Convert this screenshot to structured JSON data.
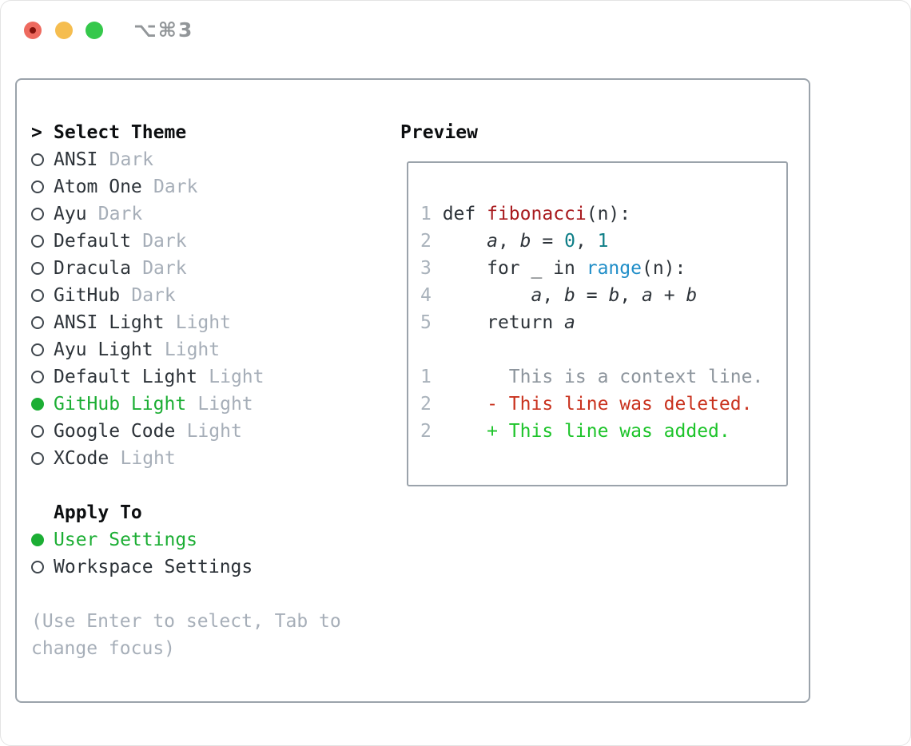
{
  "window": {
    "title": "⌥⌘3",
    "traffic_lights": {
      "close": "close",
      "minimize": "minimize",
      "zoom": "zoom"
    }
  },
  "theme_panel": {
    "header": {
      "marker": ">",
      "label": "Select Theme"
    },
    "items": [
      {
        "name": "ANSI",
        "variant": "Dark",
        "selected": false
      },
      {
        "name": "Atom One",
        "variant": "Dark",
        "selected": false
      },
      {
        "name": "Ayu",
        "variant": "Dark",
        "selected": false
      },
      {
        "name": "Default",
        "variant": "Dark",
        "selected": false
      },
      {
        "name": "Dracula",
        "variant": "Dark",
        "selected": false
      },
      {
        "name": "GitHub",
        "variant": "Dark",
        "selected": false
      },
      {
        "name": "ANSI Light",
        "variant": "Light",
        "selected": false
      },
      {
        "name": "Ayu Light",
        "variant": "Light",
        "selected": false
      },
      {
        "name": "Default Light",
        "variant": "Light",
        "selected": false
      },
      {
        "name": "GitHub Light",
        "variant": "Light",
        "selected": true
      },
      {
        "name": "Google Code",
        "variant": "Light",
        "selected": false
      },
      {
        "name": "XCode",
        "variant": "Light",
        "selected": false
      }
    ]
  },
  "apply_panel": {
    "header": "Apply To",
    "items": [
      {
        "name": "User Settings",
        "variant": "",
        "selected": true
      },
      {
        "name": "Workspace Settings",
        "variant": "",
        "selected": false
      }
    ]
  },
  "hint": {
    "line1": "(Use Enter to select, Tab to",
    "line2": "change focus)"
  },
  "preview": {
    "header": "Preview",
    "lines": [
      {
        "segments": [
          {
            "text": "1",
            "cls": "ln"
          },
          {
            "text": " def ",
            "cls": ""
          },
          {
            "text": "fibonacci",
            "cls": "fn"
          },
          {
            "text": "(n):",
            "cls": ""
          }
        ]
      },
      {
        "segments": [
          {
            "text": "2",
            "cls": "ln"
          },
          {
            "text": "     ",
            "cls": ""
          },
          {
            "text": "a",
            "cls": "var"
          },
          {
            "text": ", ",
            "cls": ""
          },
          {
            "text": "b",
            "cls": "var"
          },
          {
            "text": " = ",
            "cls": ""
          },
          {
            "text": "0",
            "cls": "num"
          },
          {
            "text": ", ",
            "cls": ""
          },
          {
            "text": "1",
            "cls": "num"
          }
        ]
      },
      {
        "segments": [
          {
            "text": "3",
            "cls": "ln"
          },
          {
            "text": "     for _ in ",
            "cls": ""
          },
          {
            "text": "range",
            "cls": "call"
          },
          {
            "text": "(n):",
            "cls": ""
          }
        ]
      },
      {
        "segments": [
          {
            "text": "4",
            "cls": "ln"
          },
          {
            "text": "         ",
            "cls": ""
          },
          {
            "text": "a",
            "cls": "var"
          },
          {
            "text": ", ",
            "cls": ""
          },
          {
            "text": "b",
            "cls": "var"
          },
          {
            "text": " = ",
            "cls": ""
          },
          {
            "text": "b",
            "cls": "var"
          },
          {
            "text": ", ",
            "cls": ""
          },
          {
            "text": "a",
            "cls": "var"
          },
          {
            "text": " + ",
            "cls": ""
          },
          {
            "text": "b",
            "cls": "var"
          }
        ]
      },
      {
        "segments": [
          {
            "text": "5",
            "cls": "ln"
          },
          {
            "text": "     return ",
            "cls": ""
          },
          {
            "text": "a",
            "cls": "var"
          }
        ]
      },
      {
        "segments": []
      },
      {
        "segments": [
          {
            "text": "1",
            "cls": "ln"
          },
          {
            "text": "       This is a context line.",
            "cls": "ctx"
          }
        ]
      },
      {
        "segments": [
          {
            "text": "2",
            "cls": "ln"
          },
          {
            "text": "     - This line was deleted.",
            "cls": "del"
          }
        ]
      },
      {
        "segments": [
          {
            "text": "2",
            "cls": "ln"
          },
          {
            "text": "     + This line was added.",
            "cls": "add"
          }
        ]
      }
    ]
  },
  "colors": {
    "selection_green": "#1cae34",
    "diff_added_green": "#1ec42b",
    "diff_deleted_red": "#c9321e",
    "function_red": "#a8191d",
    "number_teal": "#0e7e87",
    "call_blue": "#208ec8",
    "primary_text": "#2d3339",
    "muted_gray": "#a6aeb8",
    "panel_border": "#9ba3ab",
    "traffic_red": "#ee6a5f",
    "traffic_yellow": "#f5bd4f",
    "traffic_green": "#35c84b"
  }
}
